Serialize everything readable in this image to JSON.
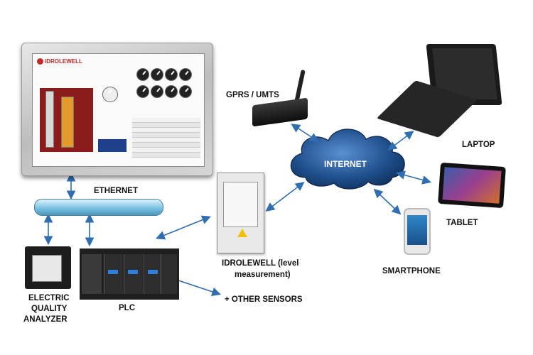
{
  "nodes": {
    "ethernet": "ETHERNET",
    "gprs_umts": "GPRS / UMTS",
    "internet": "INTERNET",
    "laptop": "LAPTOP",
    "tablet": "TABLET",
    "smartphone": "SMARTPHONE",
    "idrolewell_line1": "IDROLEWELL (level",
    "idrolewell_line2": "measurement)",
    "other_sensors": "+ OTHER SENSORS",
    "plc": "PLC",
    "analyzer_line1": "ELECTRIC",
    "analyzer_line2": "QUALITY",
    "analyzer_line3": "ANALYZER"
  },
  "hmi": {
    "logo": "IDROLEWELL"
  },
  "colors": {
    "arrow": "#2f6fb1",
    "cloud": "#1b4f8a",
    "pipe": "#7ac2e2"
  }
}
